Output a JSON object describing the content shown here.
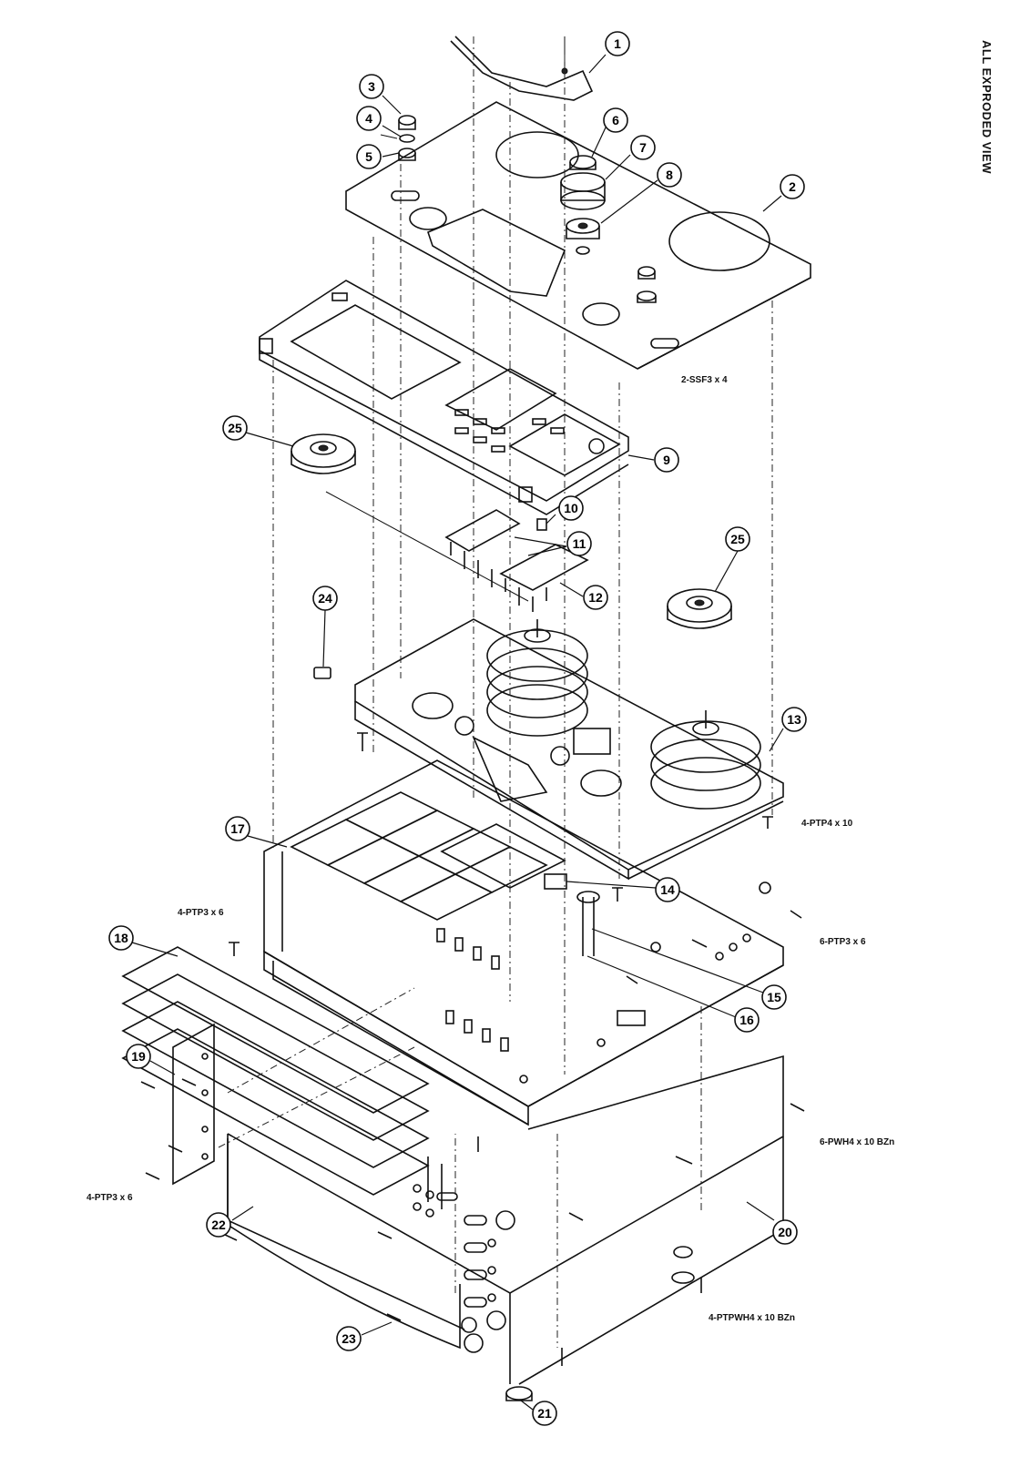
{
  "title": "ALL EXPRODED VIEW",
  "callouts": [
    "1",
    "2",
    "3",
    "4",
    "5",
    "6",
    "7",
    "8",
    "9",
    "10",
    "11",
    "12",
    "13",
    "14",
    "15",
    "16",
    "17",
    "18",
    "19",
    "20",
    "21",
    "22",
    "23",
    "24",
    "25",
    "25"
  ],
  "fasteners": {
    "ssf": "2-SSF3 x 4",
    "ptp4_right": "4-PTP4 x 10",
    "ptp3_left_upper": "4-PTP3 x 6",
    "ptp3_right": "6-PTP3 x 6",
    "ptp3_left_lower": "4-PTP3 x 6",
    "pwh": "6-PWH4 x 10 BZn",
    "ptpwh": "4-PTPWH4 x 10 BZn"
  }
}
